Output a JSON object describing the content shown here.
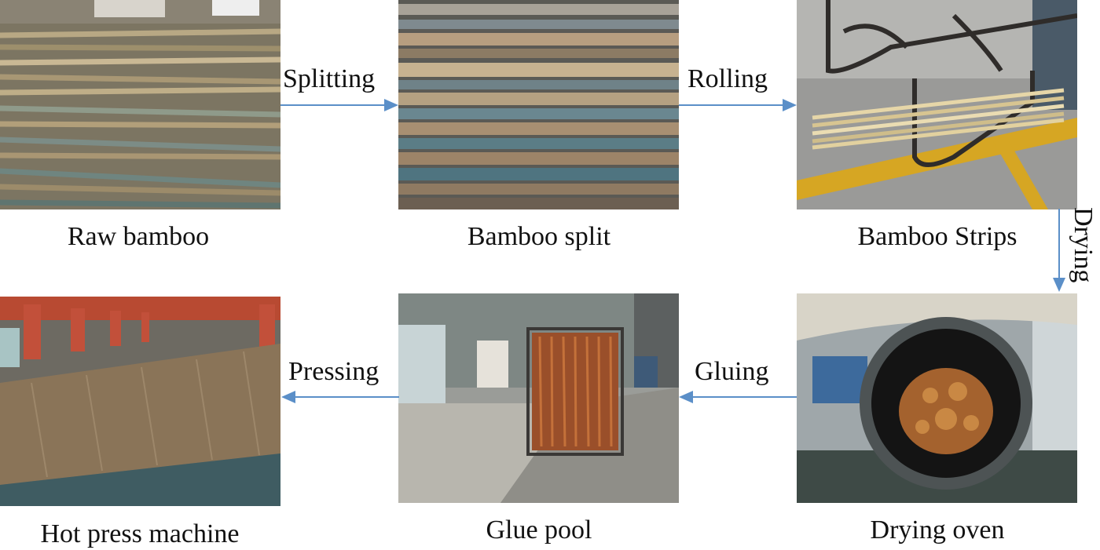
{
  "stages": {
    "raw_bamboo": "Raw bamboo",
    "bamboo_split": "Bamboo split",
    "bamboo_strips": "Bamboo Strips",
    "drying_oven": "Drying oven",
    "glue_pool": "Glue pool",
    "hot_press_machine": "Hot press machine"
  },
  "steps": {
    "splitting": "Splitting",
    "rolling": "Rolling",
    "drying": "Drying",
    "gluing": "Gluing",
    "pressing": "Pressing"
  },
  "colors": {
    "arrow": "#5b8fc8",
    "text": "#111111"
  }
}
